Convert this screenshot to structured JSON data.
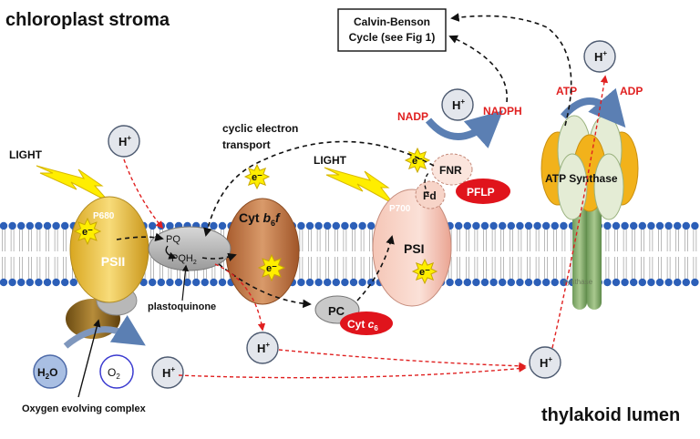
{
  "regions": {
    "top": "chloroplast stroma",
    "bottom": "thylakoid lumen"
  },
  "calvin_box": {
    "line1": "Calvin-Benson",
    "line2": "Cycle (see Fig 1)"
  },
  "light_labels": [
    "LIGHT",
    "LIGHT"
  ],
  "psii": {
    "name": "PSII",
    "center": "P680",
    "electron": "e⁻"
  },
  "psi": {
    "name": "PSI",
    "center": "P700",
    "electron": "e⁻"
  },
  "cytb6f": {
    "name_main": "Cyt ",
    "name_b": "b",
    "name_sub6": "6",
    "name_f": "f",
    "electron": "e⁻"
  },
  "pq": {
    "pq": "PQ",
    "pqh2_main": "PQH",
    "pqh2_sub": "2",
    "caption": "plastoquinone"
  },
  "pc": {
    "label": "PC"
  },
  "cytc6": {
    "main": "Cyt ",
    "c": "c",
    "sub": "6"
  },
  "fnr": {
    "label": "FNR",
    "electron": "e⁻"
  },
  "fd": {
    "label": "Fd"
  },
  "pflp": {
    "label": "PFLP"
  },
  "cyclic": {
    "line1": "cyclic electron",
    "line2": "transport",
    "electron": "e⁻"
  },
  "nadp": {
    "nadp": "NADP",
    "nadph": "NADPH"
  },
  "atp_synthase": {
    "label": "ATP Synthase",
    "atp": "ATP",
    "adp": "ADP",
    "hidden_text": "synthase"
  },
  "water": {
    "h2o_main": "H",
    "h2o_sub": "2",
    "h2o_end": "O",
    "o2_main": "O",
    "o2_sub": "2"
  },
  "oec": {
    "label": "Oxygen evolving complex"
  },
  "protons": {
    "h": "H",
    "plus": "+"
  },
  "colors": {
    "red_arrow": "#e02020",
    "psii": "#f0c84a",
    "psi": "#f4b8a8",
    "cytb6f": "#c87a45",
    "pq_gray": "#b9b9b9",
    "pflp_red": "#e0141c",
    "atp_gold": "#f2b21b",
    "atp_green": "#7ea36a",
    "membrane_blue": "#2c5fb8"
  }
}
